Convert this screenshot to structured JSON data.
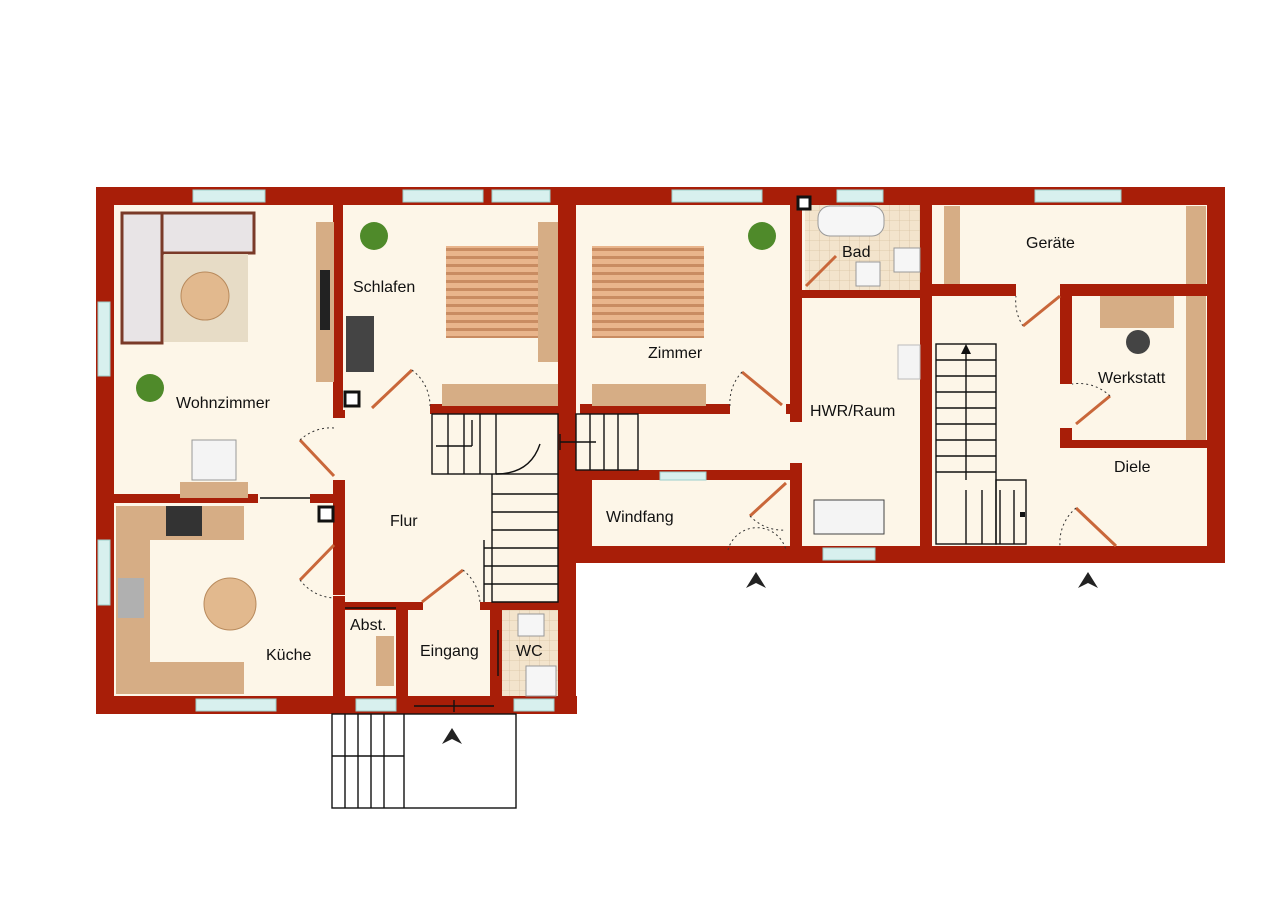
{
  "floor_plan": {
    "rooms": {
      "wohnzimmer": "Wohnzimmer",
      "schlafen": "Schlafen",
      "zimmer": "Zimmer",
      "bad": "Bad",
      "geraete": "Geräte",
      "werkstatt": "Werkstatt",
      "hwr": "HWR/Raum",
      "diele": "Diele",
      "flur": "Flur",
      "windfang": "Windfang",
      "kueche": "Küche",
      "abst": "Abst.",
      "eingang": "Eingang",
      "wc": "WC"
    },
    "entrance_count": 3,
    "colors": {
      "wall": "#a81e08",
      "floor": "#fdf6e8",
      "window": "#d8f0ee",
      "wood": "#e2b98e",
      "tile": "#eedcc2"
    },
    "icons": [
      "entrance-arrow-icon",
      "plant-icon",
      "stair-arrow-icon"
    ]
  }
}
